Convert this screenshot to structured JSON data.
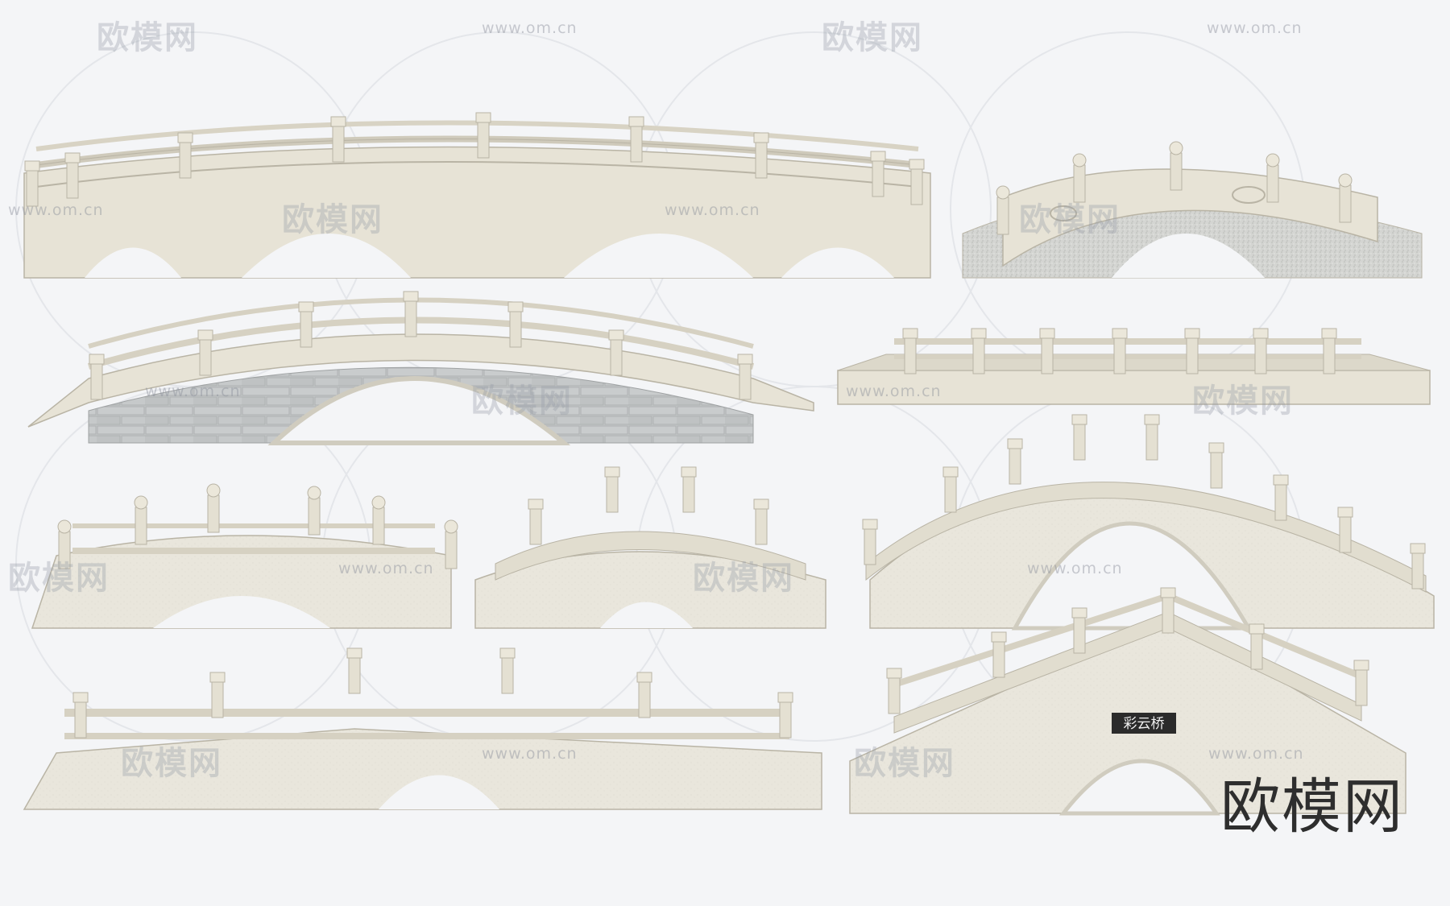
{
  "watermark": {
    "logo_text": "欧模网",
    "url_text": "www.om.cn"
  },
  "plaque": {
    "text": "彩云桥"
  },
  "brand_mark": {
    "text": "欧模网"
  },
  "colors": {
    "background": "#f4f5f7",
    "stone": "#e7e3d6",
    "stone_shadow": "#cfcabb",
    "stone_edge": "#b9b4a5",
    "granite": "#d2d3d0",
    "brick": "#c3c6c7",
    "watermark": "#9ba0a8",
    "plaque_bg": "#2b2b2b",
    "brand": "#2e2e2e"
  }
}
